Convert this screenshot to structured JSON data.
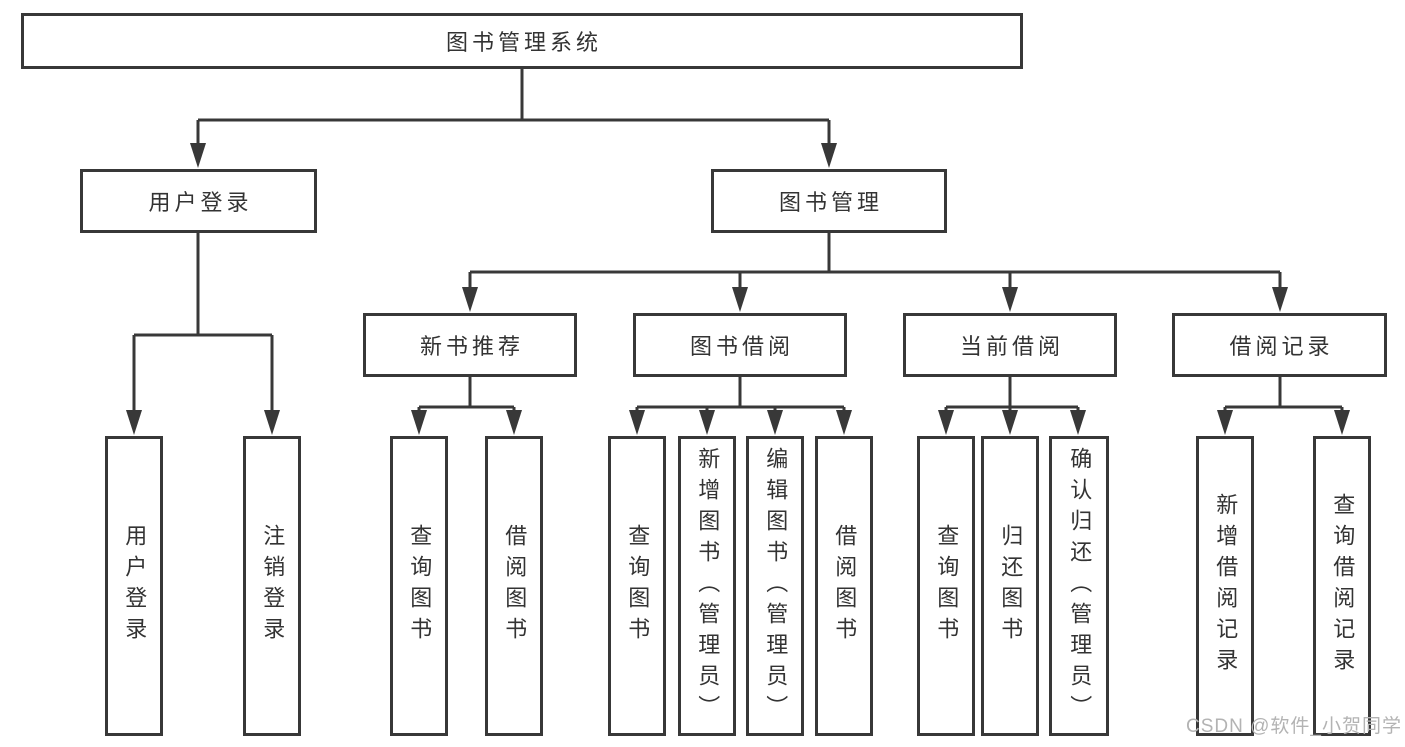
{
  "tree": {
    "root": {
      "label": "图书管理系统",
      "children": [
        {
          "label": "用户登录",
          "children": [
            {
              "label": "用户登录"
            },
            {
              "label": "注销登录"
            }
          ]
        },
        {
          "label": "图书管理",
          "children": [
            {
              "label": "新书推荐",
              "children": [
                {
                  "label": "查询图书"
                },
                {
                  "label": "借阅图书"
                }
              ]
            },
            {
              "label": "图书借阅",
              "children": [
                {
                  "label": "查询图书"
                },
                {
                  "label": "新增图书（管理员）"
                },
                {
                  "label": "编辑图书（管理员）"
                },
                {
                  "label": "借阅图书"
                }
              ]
            },
            {
              "label": "当前借阅",
              "children": [
                {
                  "label": "查询图书"
                },
                {
                  "label": "归还图书"
                },
                {
                  "label": "确认归还（管理员）"
                }
              ]
            },
            {
              "label": "借阅记录",
              "children": [
                {
                  "label": "新增借阅记录"
                },
                {
                  "label": "查询借阅记录"
                }
              ]
            }
          ]
        }
      ]
    }
  },
  "watermark": {
    "text": "CSDN @软件_小贺同学"
  },
  "colors": {
    "line": "#383838",
    "text": "#333333",
    "watermark": "#b3b3b3",
    "bg": "#ffffff"
  }
}
